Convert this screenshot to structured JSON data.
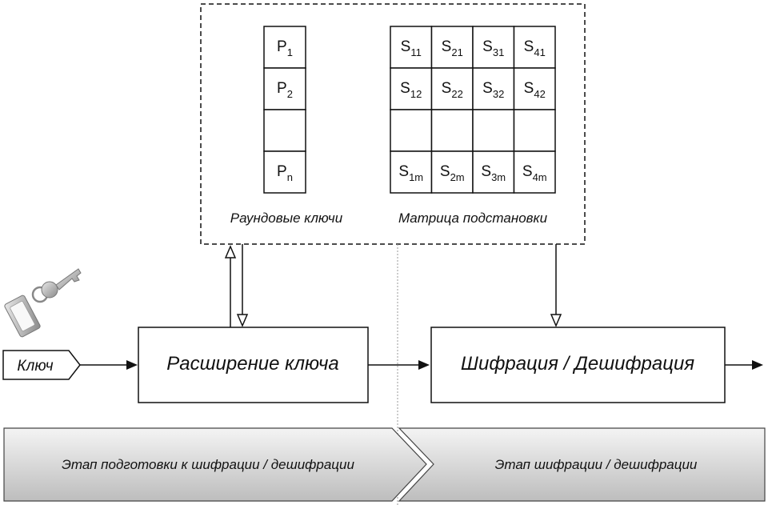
{
  "key_input": {
    "label": "Ключ"
  },
  "key_expansion": {
    "label": "Расширение ключа"
  },
  "cipher": {
    "label": "Шифрация / Дешифрация"
  },
  "round_keys": {
    "caption": "Раундовые ключи",
    "cells": [
      {
        "base": "P",
        "sub": "1"
      },
      {
        "base": "P",
        "sub": "2"
      },
      {
        "base": "",
        "sub": ""
      },
      {
        "base": "P",
        "sub": "n"
      }
    ]
  },
  "substitution_matrix": {
    "caption": "Матрица подстановки",
    "rows": [
      [
        {
          "base": "S",
          "sub": "11"
        },
        {
          "base": "S",
          "sub": "21"
        },
        {
          "base": "S",
          "sub": "31"
        },
        {
          "base": "S",
          "sub": "41"
        }
      ],
      [
        {
          "base": "S",
          "sub": "12"
        },
        {
          "base": "S",
          "sub": "22"
        },
        {
          "base": "S",
          "sub": "32"
        },
        {
          "base": "S",
          "sub": "42"
        }
      ],
      [
        {
          "base": "",
          "sub": ""
        },
        {
          "base": "",
          "sub": ""
        },
        {
          "base": "",
          "sub": ""
        },
        {
          "base": "",
          "sub": ""
        }
      ],
      [
        {
          "base": "S",
          "sub": "1m"
        },
        {
          "base": "S",
          "sub": "2m"
        },
        {
          "base": "S",
          "sub": "3m"
        },
        {
          "base": "S",
          "sub": "4m"
        }
      ]
    ]
  },
  "stages": {
    "preparation": "Этап подготовки к шифрации / дешифрации",
    "encryption": "Этап шифрации / дешифрации"
  },
  "icons": {
    "key": "key-icon"
  },
  "colors": {
    "stroke": "#111111",
    "stage_fill_light": "#f2f2f2",
    "stage_fill_dark": "#c4c4c4",
    "dashed_divider": "#9a9a9a"
  }
}
